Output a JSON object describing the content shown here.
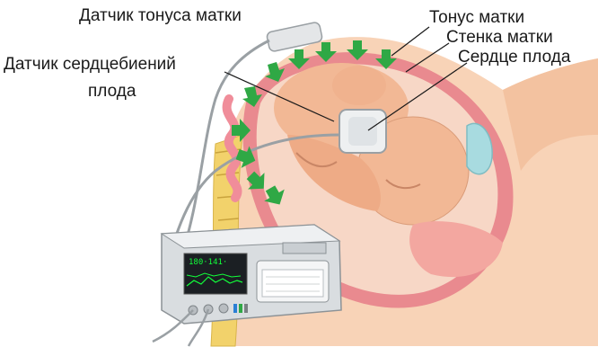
{
  "labels": {
    "uterine_tone_sensor": "Датчик тонуса матки",
    "fetal_heart_sensor_line1": "Датчик сердцебиений",
    "fetal_heart_sensor_line2": "плода",
    "uterine_tone": "Тонус матки",
    "uterine_wall": "Стенка матки",
    "fetal_heart": "Сердце плода"
  },
  "monitor": {
    "screen_readout": "180·141·"
  },
  "colors": {
    "arrow_green": "#2fa845",
    "uterus_pink": "#e98a8f",
    "skin": "#f6c9a9",
    "fetus": "#f2b895",
    "amniotic": "#f7d7c6",
    "spine_yellow": "#f2d26b",
    "monitor_body": "#d9dde0",
    "screen_green": "#12ff3a"
  }
}
